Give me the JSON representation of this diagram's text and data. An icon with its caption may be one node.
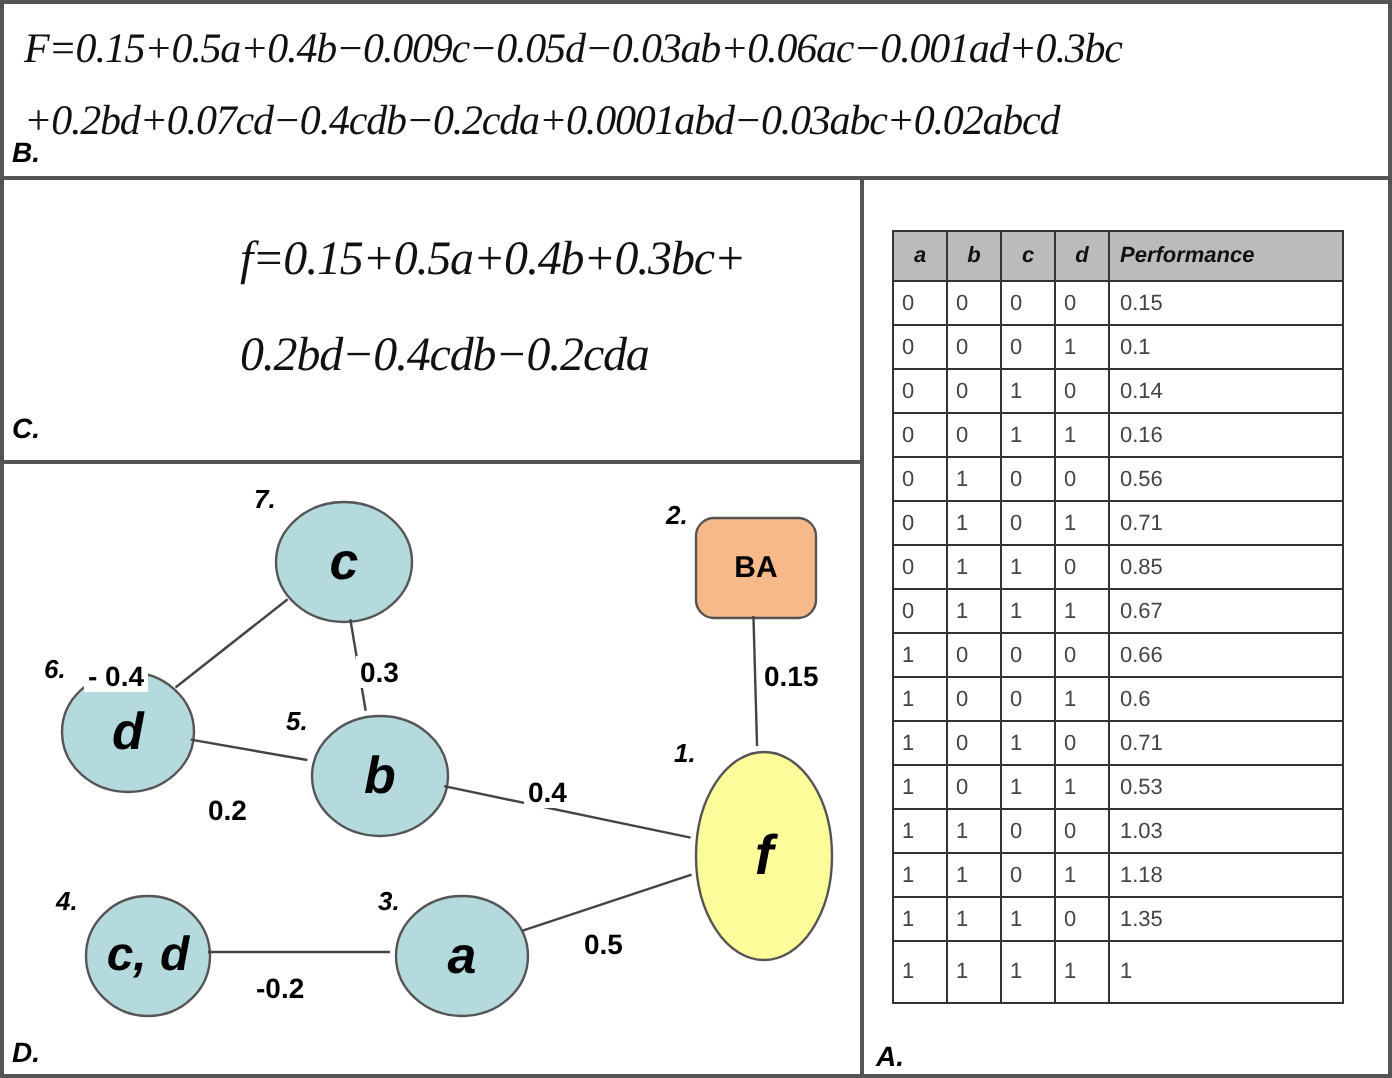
{
  "diagram": {
    "nodes": [
      {
        "text": [
          "F=0.15+0.5a+0.4b−0.009c−0.05d−0.03ab+0.06ac−0.001ad+0.3bc +0.2bd+0.07cd−0.4cdb−0.2cda+0.0001abd−0.03abc+0.02abcd",
          "B."
        ]
      },
      {
        "text": [
          "f=0.15+0.5a+0.4b+0.3bc+ 0.2bd−0.4cdb−0.2cda",
          "C."
        ]
      },
      {
        "text": [
          "D."
        ]
      },
      {
        "text": [
          "c"
        ],
        "in": 2,
        "beside": [
          "7."
        ]
      },
      {
        "text": [
          "BA"
        ],
        "in": 2,
        "beside": [
          "2."
        ]
      },
      {
        "text": [
          "d"
        ],
        "in": 2,
        "beside": [
          "6."
        ]
      },
      {
        "text": [
          "b"
        ],
        "in": 2,
        "beside": [
          "5."
        ]
      },
      {
        "text": [
          "f"
        ],
        "in": 2,
        "beside": [
          "1."
        ]
      },
      {
        "text": [
          "c, d"
        ],
        "in": 2,
        "beside": [
          "4."
        ]
      },
      {
        "text": [
          "a"
        ],
        "in": 2,
        "beside": [
          "3."
        ]
      },
      {
        "text": [
          "A."
        ]
      }
    ],
    "edges": [
      {
        "from": 3,
        "to": 5,
        "arrow": "none",
        "label": "- 0.4"
      },
      {
        "from": 3,
        "to": 6,
        "arrow": "none",
        "label": "0.3"
      },
      {
        "from": 5,
        "to": 6,
        "arrow": "none",
        "label": "0.2"
      },
      {
        "from": 6,
        "to": 7,
        "arrow": "none",
        "label": "0.4"
      },
      {
        "from": 4,
        "to": 7,
        "arrow": "none",
        "label": "0.15"
      },
      {
        "from": 8,
        "to": 9,
        "arrow": "none",
        "label": "-0.2"
      },
      {
        "from": 9,
        "to": 7,
        "arrow": "none",
        "label": "0.5"
      }
    ],
    "labels": [
      "a",
      "b",
      "c",
      "d",
      "Performance",
      "0",
      "0",
      "0",
      "0",
      "0.15",
      "0",
      "0",
      "0",
      "1",
      "0.1",
      "0",
      "0",
      "1",
      "0",
      "0.14",
      "0",
      "0",
      "1",
      "1",
      "0.16",
      "0",
      "1",
      "0",
      "0",
      "0.56",
      "0",
      "1",
      "0",
      "1",
      "0.71",
      "0",
      "1",
      "1",
      "0",
      "0.85",
      "0",
      "1",
      "1",
      "1",
      "0.67",
      "1",
      "0",
      "0",
      "0",
      "0.66",
      "1",
      "0",
      "0",
      "1",
      "0.6",
      "1",
      "0",
      "1",
      "0",
      "0.71",
      "1",
      "0",
      "1",
      "1",
      "0.53",
      "1",
      "1",
      "0",
      "0",
      "1.03",
      "1",
      "1",
      "0",
      "1",
      "1.18",
      "1",
      "1",
      "1",
      "0",
      "1.35",
      "1",
      "1",
      "1",
      "1",
      "1"
    ]
  }
}
